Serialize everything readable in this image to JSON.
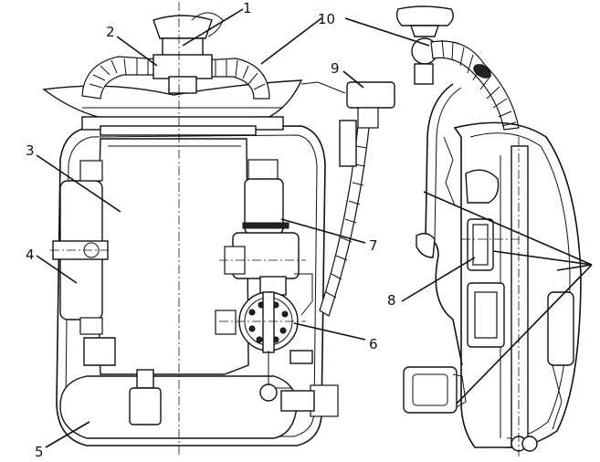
{
  "labels": [
    "1",
    "2",
    "3",
    "4",
    "5",
    "6",
    "7",
    "8",
    "9",
    "10"
  ],
  "colors": {
    "ink": "#111111",
    "background": "#ffffff"
  }
}
